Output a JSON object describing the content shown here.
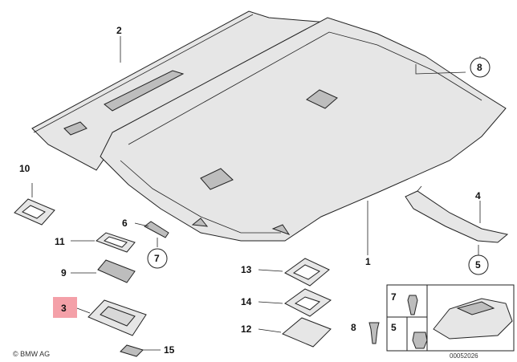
{
  "callouts": {
    "c1": "1",
    "c2": "2",
    "c3": "3",
    "c4": "4",
    "c5": "5",
    "c5b": "5",
    "c6": "6",
    "c7": "7",
    "c7b": "7",
    "c8": "8",
    "c8b": "8",
    "c9": "9",
    "c10": "10",
    "c11": "11",
    "c12": "12",
    "c13": "13",
    "c14": "14",
    "c15": "15"
  },
  "highlighted_callout": "3",
  "highlight_color": "#f4a0a8",
  "logo_text": "© BMW AG",
  "diagram_number": "00052026"
}
